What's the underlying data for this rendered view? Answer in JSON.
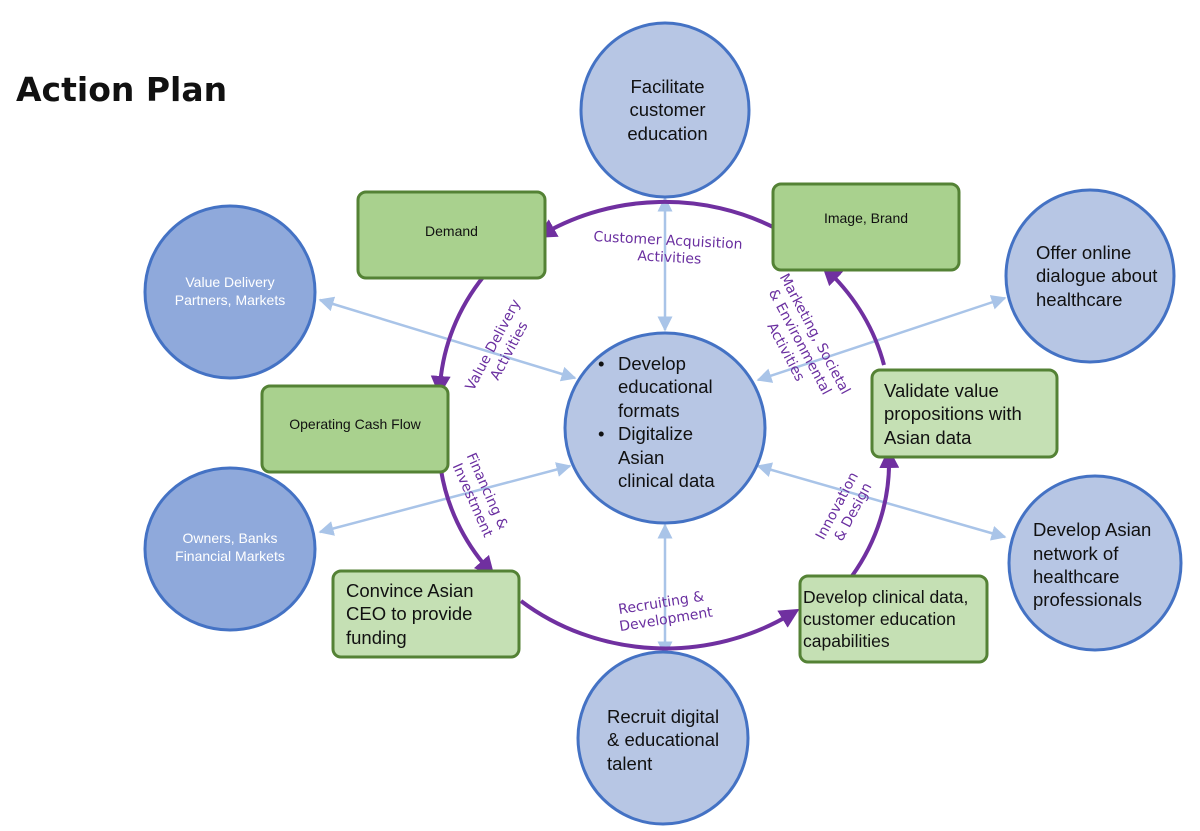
{
  "title": "Action Plan",
  "colors": {
    "outer_circle_fill": "#b7c6e4",
    "outer_circle_stroke": "#4472c4",
    "dark_circle_fill": "#8fa9db",
    "green_box_fill": "#a9d18e",
    "light_green_box_fill": "#c5e0b4",
    "green_box_stroke": "#548235",
    "ring": "#7030a0",
    "connector": "#a9c4e8"
  },
  "center": {
    "bullets": [
      [
        "Develop",
        "educational",
        "formats"
      ],
      [
        "Digitalize",
        "Asian",
        "clinical data"
      ]
    ]
  },
  "outer_circles": {
    "top": [
      "Facilitate",
      "customer",
      "education"
    ],
    "right_top": [
      "Offer online",
      "dialogue about",
      "healthcare"
    ],
    "right_bottom": [
      "Develop Asian",
      "network of",
      "healthcare",
      "professionals"
    ],
    "bottom": [
      "Recruit digital",
      "& educational",
      "talent"
    ],
    "left_top": [
      "Value Delivery",
      "Partners, Markets"
    ],
    "left_bottom": [
      "Owners, Banks",
      "Financial Markets"
    ]
  },
  "boxes": {
    "demand": "Demand",
    "image_brand": "Image, Brand",
    "operating_cash_flow": "Operating Cash Flow",
    "validate": [
      "Validate value",
      "propositions with",
      "Asian data"
    ],
    "convince": [
      "Convince Asian",
      "CEO to provide",
      "funding"
    ],
    "develop_clinical": [
      "Develop clinical data,",
      "customer education",
      "capabilities"
    ]
  },
  "flow_labels": {
    "customer_acquisition": [
      "Customer Acquisition",
      "Activities"
    ],
    "value_delivery": [
      "Value Delivery",
      "Activities"
    ],
    "marketing": [
      "Marketing, Societal",
      "& Environmental",
      "Activities"
    ],
    "financing": [
      "Financing &",
      "Investment"
    ],
    "innovation": [
      "Innovation",
      "& Design"
    ],
    "recruiting": [
      "Recruiting &",
      "Development"
    ]
  }
}
